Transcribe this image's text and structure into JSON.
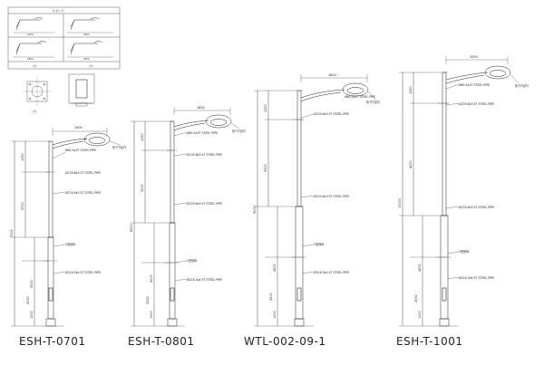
{
  "sheet": {
    "detail_title": "상 세 도 면",
    "detail_labels": [
      "1500",
      "1600",
      "1800",
      "2500"
    ],
    "ground_label": "기초"
  },
  "poles": [
    {
      "model": "ESH-T-0701",
      "arm_length": "1500",
      "lamp_note": "등기구설치",
      "top_pipe": "Ø60.5x3T STEEL PIPE",
      "mid_pipe": "Ø139.8x3.5T STEEL PIPE",
      "lower_note": "이음볼트",
      "base_pipe": "Ø216.3x4.5T STEEL PIPE",
      "dim_total": "7000",
      "dim_upper": "2700",
      "dim_top": "1050",
      "dim_lower": "3000",
      "dim_door": "2530",
      "dim_base": "1000"
    },
    {
      "model": "ESH-T-0801",
      "arm_length": "1600",
      "lamp_note": "등기구설치",
      "top_pipe": "Ø60.5x3T STEEL PIPE",
      "mid_pipe": "Ø139.8x3.5T STEEL PIPE",
      "lower_note": "이음볼트",
      "base_pipe": "Ø216.3x4.5T STEEL PIPE",
      "dim_total": "8000",
      "dim_upper": "2500",
      "dim_top": "1250",
      "dim_lower": "4000",
      "dim_door": "2530",
      "dim_base": "1000"
    },
    {
      "model": "WTL-002-09-1",
      "arm_length": "1800",
      "lamp_note": "등기구설치",
      "top_pipe": "Ø60.5x3T STEEL PIPE",
      "mid_pipe": "Ø139.8x3.5T STEEL PIPE",
      "lower_note": "이음볼트",
      "base_pipe": "Ø216.3x4.5T STEEL PIPE",
      "dim_total": "9000",
      "dim_upper": "3300",
      "dim_top": "1250",
      "dim_lower": "4500",
      "dim_door": "2500",
      "dim_base": "1000"
    },
    {
      "model": "ESH-T-1001",
      "arm_length": "2500",
      "lamp_note": "등기구설치",
      "top_pipe": "Ø60.5x3T STEEL PIPE",
      "mid_pipe": "Ø139.8x3.5T STEEL PIPE",
      "lower_note": "이음볼트",
      "base_pipe": "Ø216.3x4.5T STEEL PIPE",
      "dim_total": "10000",
      "dim_upper": "4200",
      "dim_top": "1250",
      "dim_lower": "4500",
      "dim_door": "2530",
      "dim_base": "1000"
    }
  ]
}
